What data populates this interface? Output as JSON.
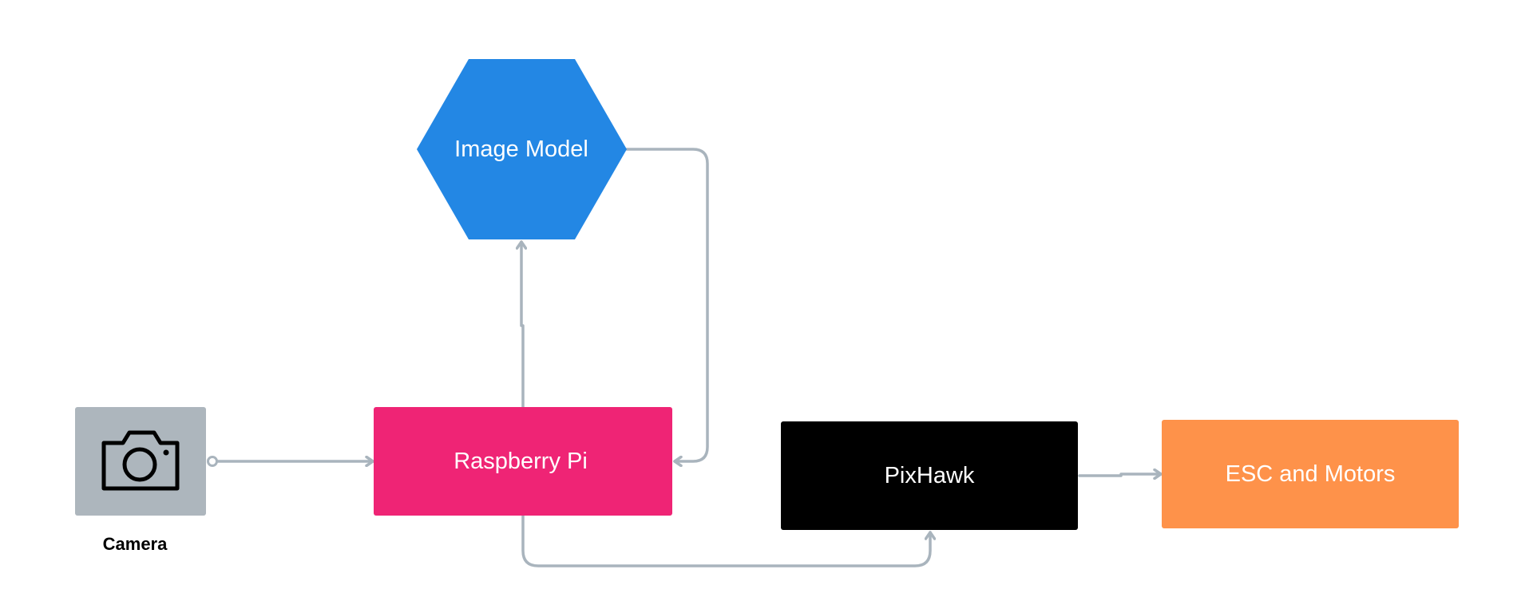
{
  "nodes": {
    "image_model": {
      "label": "Image Model",
      "color": "#2387e4",
      "shape": "hexagon"
    },
    "camera": {
      "label": "Camera",
      "color": "#adb6bd",
      "icon": "camera-icon"
    },
    "raspberry_pi": {
      "label": "Raspberry Pi",
      "color": "#ef2475"
    },
    "pixhawk": {
      "label": "PixHawk",
      "color": "#000000"
    },
    "esc_motors": {
      "label": "ESC and Motors",
      "color": "#fe924a"
    }
  },
  "edges": [
    {
      "from": "camera",
      "to": "raspberry_pi"
    },
    {
      "from": "raspberry_pi",
      "to": "image_model"
    },
    {
      "from": "image_model",
      "to": "raspberry_pi"
    },
    {
      "from": "raspberry_pi",
      "to": "pixhawk"
    },
    {
      "from": "pixhawk",
      "to": "esc_motors"
    }
  ],
  "styles": {
    "connector_color": "#a9b4bd",
    "label_color": "#ffffff",
    "caption_color": "#000000"
  }
}
